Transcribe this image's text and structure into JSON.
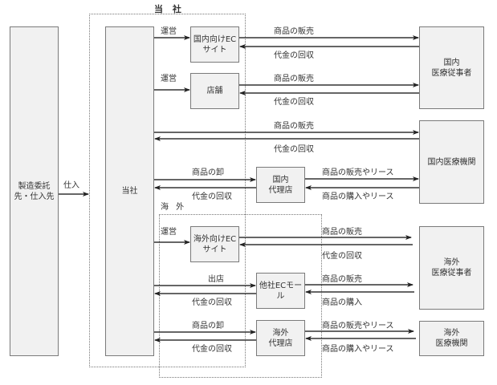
{
  "frames": {
    "company": {
      "title": "当 社"
    },
    "overseas": {
      "title": "海 外"
    }
  },
  "nodes": {
    "supplier": "製造委託\n先・仕入先",
    "company": "当社",
    "domestic_ec": "国内向けEC\nサイト",
    "store": "店舗",
    "domestic_agent": "国内\n代理店",
    "overseas_ec": "海外向けEC\nサイト",
    "other_ec_mall": "他社ECモー\nル",
    "overseas_agent": "海外\n代理店",
    "domestic_practitioners": "国内\n医療従事者",
    "domestic_institutions": "国内医療機関",
    "overseas_practitioners": "海外\n医療従事者",
    "overseas_institutions": "海外\n医療機関"
  },
  "labels": {
    "purchase": "仕入",
    "operate_1": "運営",
    "operate_2": "運営",
    "operate_3": "運営",
    "sale_1": "商品の販売",
    "collect_1": "代金の回収",
    "sale_2": "商品の販売",
    "collect_2": "代金の回収",
    "sale_3": "商品の販売",
    "collect_3": "代金の回収",
    "wholesale_1": "商品の卸",
    "collect_4": "代金の回収",
    "sale_lease_1": "商品の販売やリース",
    "buy_lease_1": "商品の購入やリース",
    "sale_4": "商品の販売",
    "collect_5": "代金の回収",
    "open_store": "出店",
    "collect_6": "代金の回収",
    "sale_5": "商品の販売",
    "buy_1": "商品の購入",
    "wholesale_2": "商品の卸",
    "collect_7": "代金の回収",
    "sale_lease_2": "商品の販売やリース",
    "buy_lease_2": "商品の購入やリース"
  }
}
